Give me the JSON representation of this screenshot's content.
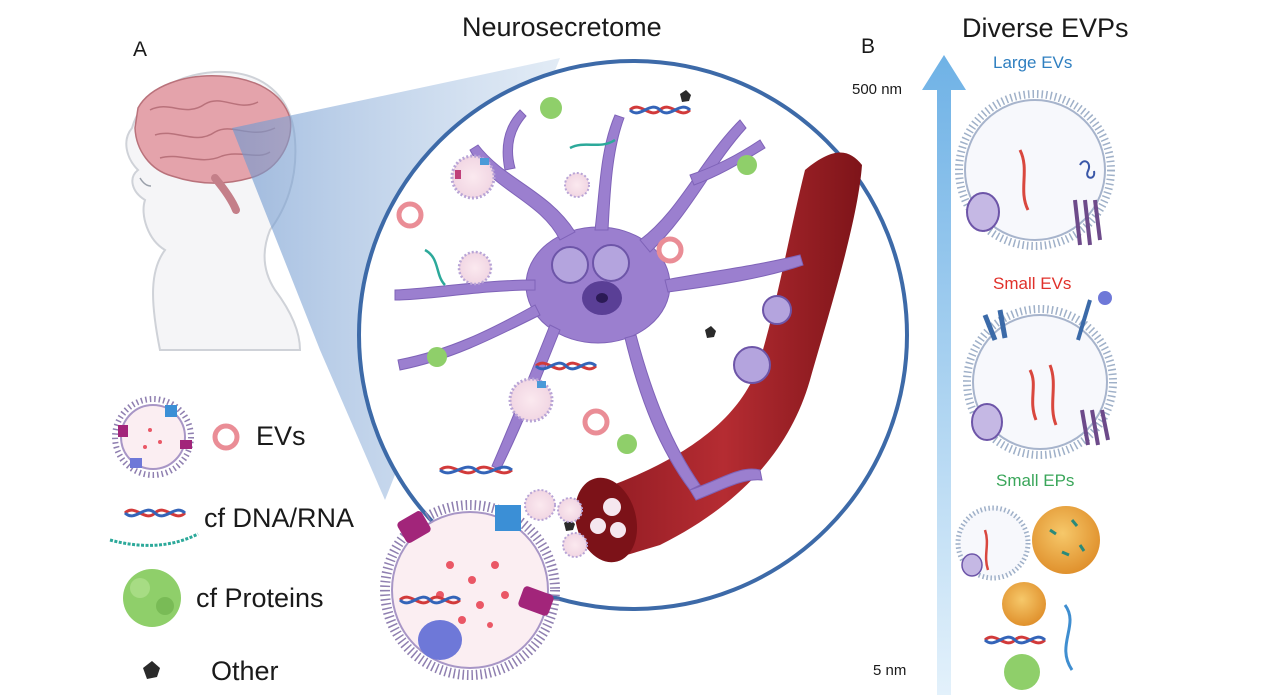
{
  "panels": {
    "a_label": "A",
    "b_label": "B"
  },
  "titles": {
    "neurosecretome": "Neurosecretome",
    "diverse_evps": "Diverse EVPs"
  },
  "legend": {
    "evs": "EVs",
    "cf_dna_rna": "cf DNA/RNA",
    "cf_proteins": "cf Proteins",
    "other": "Other"
  },
  "size_scale": {
    "top": "500 nm",
    "bottom": "5 nm"
  },
  "evp_classes": {
    "large_evs": "Large EVs",
    "small_evs": "Small EVs",
    "small_eps": "Small EPs"
  },
  "colors": {
    "large_evs": "#2f7fc0",
    "small_evs": "#e0302a",
    "small_eps": "#3aa65a",
    "neuron": "#9b7fcf",
    "vessel": "#a3232a",
    "arrow": "#8fc3ea",
    "circle_border": "#3d6aa8",
    "protein": "#8fcf6a"
  }
}
